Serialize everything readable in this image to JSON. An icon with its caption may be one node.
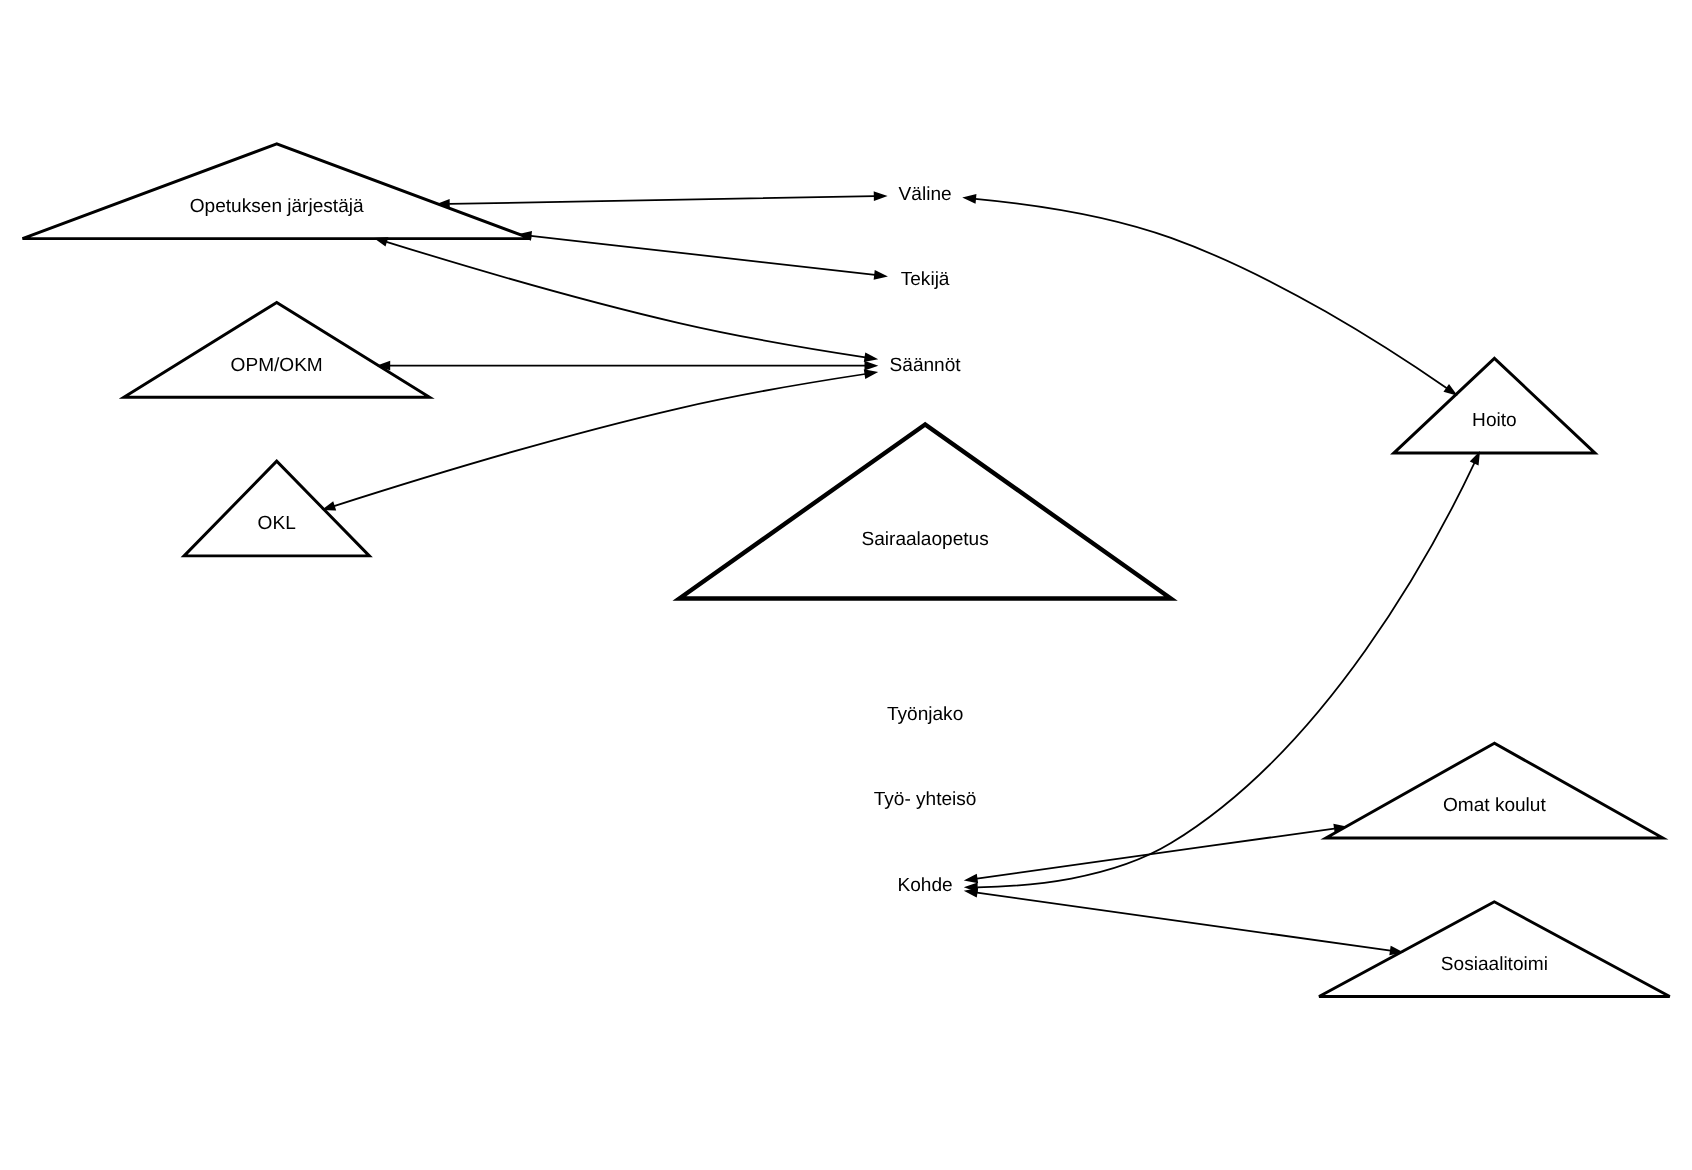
{
  "diagram": {
    "nodes": [
      {
        "text": [
          "Sairaalaopetus"
        ]
      },
      {
        "text": [
          "Väline"
        ]
      },
      {
        "text": [
          "Tekijä"
        ]
      },
      {
        "text": [
          "Kohde"
        ]
      },
      {
        "text": [
          "Säännöt"
        ]
      },
      {
        "text": [
          "Työnjako"
        ]
      },
      {
        "text": [
          "Työ- yhteisö"
        ]
      },
      {
        "text": [
          "OPM/OKM"
        ]
      },
      {
        "text": [
          "Hoito"
        ]
      },
      {
        "text": [
          "Opetuksen järjestäjä"
        ]
      },
      {
        "text": [
          "Omat koulut"
        ]
      },
      {
        "text": [
          "OKL"
        ]
      },
      {
        "text": [
          "Sosiaalitoimi"
        ]
      }
    ],
    "edges": [
      {
        "from": 1,
        "to": 8,
        "arrow": "both"
      },
      {
        "from": 3,
        "to": 8,
        "arrow": "both"
      },
      {
        "from": 3,
        "to": 10,
        "arrow": "both"
      },
      {
        "from": 3,
        "to": 12,
        "arrow": "both"
      },
      {
        "from": 7,
        "to": 4,
        "arrow": "both"
      },
      {
        "from": 9,
        "to": 1,
        "arrow": "both"
      },
      {
        "from": 9,
        "to": 2,
        "arrow": "both"
      },
      {
        "from": 9,
        "to": 4,
        "arrow": "both"
      },
      {
        "from": 11,
        "to": 4,
        "arrow": "both"
      }
    ]
  }
}
